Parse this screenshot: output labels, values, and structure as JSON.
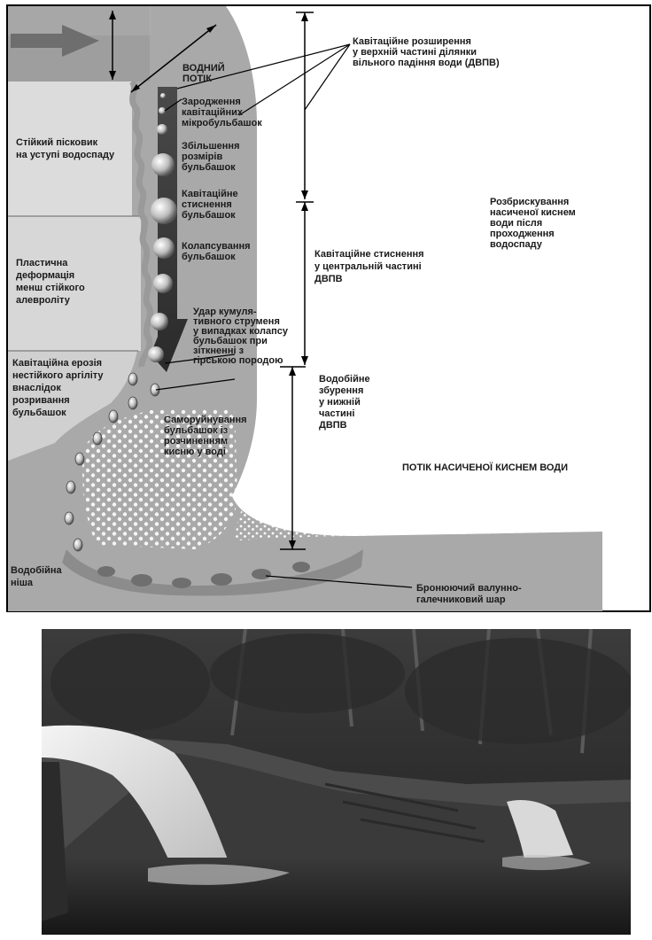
{
  "diagram": {
    "labels": {
      "water_flow": [
        "ВОДНИЙ",
        "ПОТІК"
      ],
      "sandstone": [
        "Стійкий пісковик",
        "на уступі водоспаду"
      ],
      "siltstone": [
        "Пластична",
        "деформація",
        "менш стійкого",
        "алевроліту"
      ],
      "argillite": [
        "Кавітаційна ерозія",
        "нестійкого аргіліту",
        "внаслідок",
        "розривання",
        "бульбашок"
      ],
      "niche": [
        "Водобійна",
        "ніша"
      ],
      "bubble_origin": [
        "Зародження",
        "кавітаційних",
        "мікробульбашок"
      ],
      "bubble_growth": [
        "Збільшення",
        "розмірів",
        "бульбашок"
      ],
      "bubble_compress": [
        "Кавітаційне",
        "стиснення",
        "бульбашок"
      ],
      "bubble_collapse": [
        "Колапсування",
        "бульбашок"
      ],
      "jet_impact": [
        "Удар кумуля-",
        "тивного струменя",
        "у випадках колапсу",
        "бульбашок при",
        "зіткненні з",
        "гірською породою"
      ],
      "self_destruct": [
        "Саморуйнування",
        "бульбашок із",
        "розчиненням",
        "кисню у воді"
      ],
      "zone_upper": [
        "Кавітаційне розширення",
        "у верхній частині ділянки",
        "вільного падіння води (ДВПВ)"
      ],
      "zone_center": [
        "Кавітаційне стиснення",
        "у центральній частині",
        "ДВПВ"
      ],
      "zone_lower": [
        "Водобійне",
        "збурення",
        "у нижній",
        "частині",
        "ДВПВ"
      ],
      "scatter": [
        "Розбрискування",
        "насиченої киснем",
        "води після",
        "проходження",
        "водоспаду"
      ],
      "oxygen_flow": [
        "ПОТІК НАСИЧЕНОЇ КИСНЕМ ВОДИ"
      ],
      "armor_layer": [
        "Бронюючий валунно-",
        "галечниковий шар"
      ]
    },
    "colors": {
      "water": "#a9a9a9",
      "rock_light": "#dcdcdc",
      "rock_mid": "#d0d0d0",
      "core": "#3a3a3a",
      "bed": "#8c8c8c"
    }
  }
}
